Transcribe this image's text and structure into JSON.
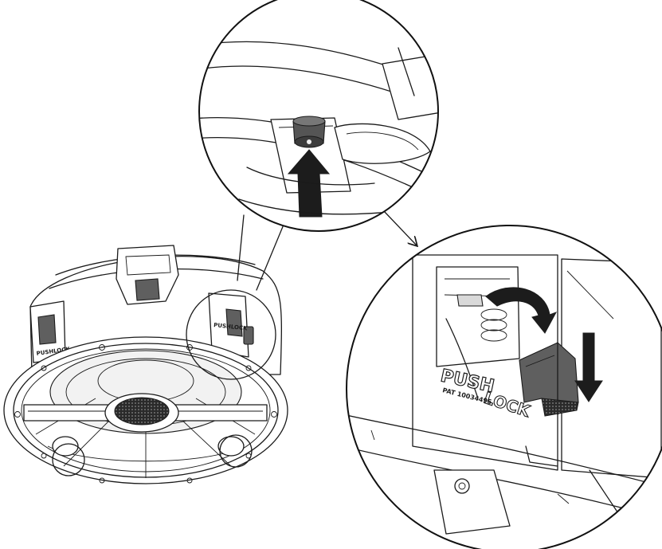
{
  "diagram": {
    "label_push": "PUSH",
    "label_lock": "LOCK",
    "label_patent": "PAT 10034495",
    "label_bracket_small": "PUSHLOCK",
    "colors": {
      "line": "#1a1a1a",
      "clip_fill": "#5f5f5f",
      "arrow_fill": "#1c1c1c",
      "background": "#ffffff"
    }
  }
}
